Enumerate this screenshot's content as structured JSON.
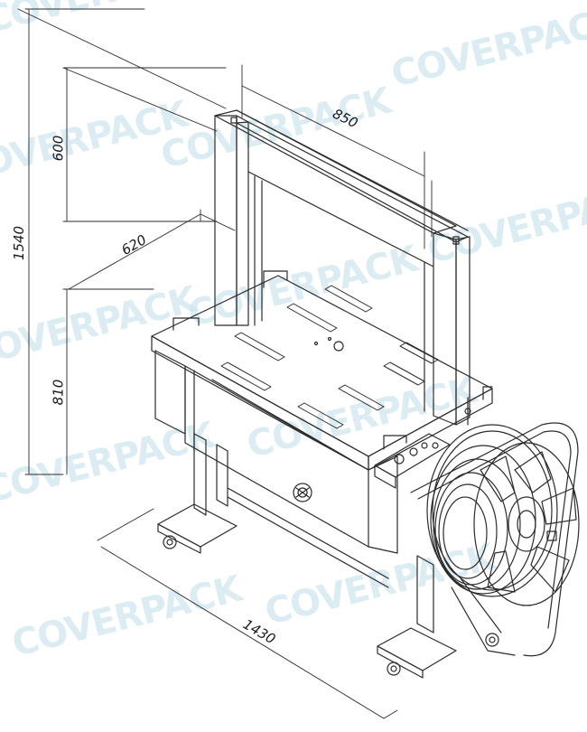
{
  "watermark": {
    "text": "COVERPACK"
  },
  "dimensions": {
    "total_height": "1540",
    "frame_height": "600",
    "table_height": "810",
    "arch_width": "850",
    "table_depth": "620",
    "overall_length": "1430"
  },
  "colors": {
    "line": "#2b2b2b",
    "watermark": "#cfe6ef",
    "background": "#ffffff"
  }
}
